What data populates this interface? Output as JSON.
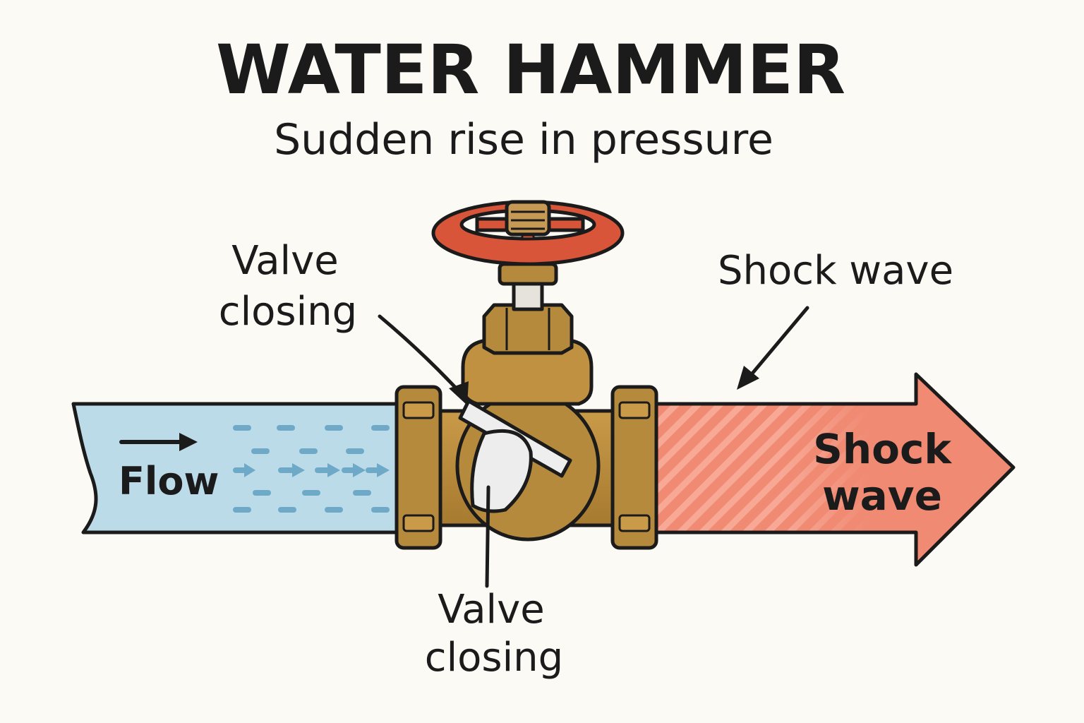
{
  "title": "WATER HAMMER",
  "subtitle": "Sudden rise in pressure",
  "labels": {
    "valve_closing_top_line1": "Valve",
    "valve_closing_top_line2": "closing",
    "valve_closing_bottom_line1": "Valve",
    "valve_closing_bottom_line2": "closing",
    "shock_wave_callout": "Shock wave",
    "flow": "Flow",
    "shock_arrow_line1": "Shock",
    "shock_arrow_line2": "wave"
  },
  "colors": {
    "background": "#fbfaf5",
    "water": "#bcdbe8",
    "water_dash": "#6fa9c8",
    "brass": "#b58a3c",
    "brass_dark": "#8c6424",
    "handwheel": "#d9553a",
    "shock": "#f08a73",
    "outline": "#1b1b1b"
  },
  "icons": [
    "handwheel-icon",
    "valve-body-icon",
    "flow-arrow-icon",
    "shock-arrow-icon"
  ]
}
